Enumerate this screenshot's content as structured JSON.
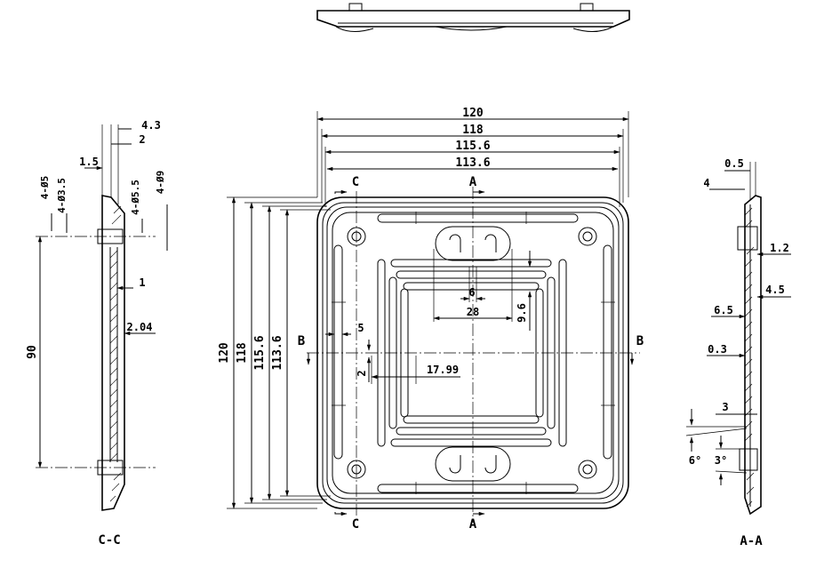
{
  "views": {
    "section_cc": "C-C",
    "section_aa": "A-A"
  },
  "section_markers": {
    "a": "A",
    "b": "B",
    "c": "C"
  },
  "front_view": {
    "horizontal_dims": [
      "120",
      "118",
      "115.6",
      "113.6"
    ],
    "vertical_dims": [
      "120",
      "118",
      "115.6",
      "113.6"
    ],
    "inner_dims": {
      "slot_width": "6",
      "slot_span": "28",
      "slot_depth": "9.6",
      "rib_gap": "5",
      "rib_thickness": "2",
      "rib_length": "17.99"
    }
  },
  "section_cc": {
    "dims": {
      "t_total": "4.3",
      "t_inner": "2",
      "t_side": "1.5",
      "hole_5": "4-Ø5",
      "hole_3_5": "4-Ø3.5",
      "hole_5_5": "4-Ø5.5",
      "hole_9": "4-Ø9",
      "rib": "1",
      "thickness": "2.04",
      "pitch": "90"
    }
  },
  "section_aa": {
    "dims": {
      "d_0_5": "0.5",
      "d_4": "4",
      "d_1_2": "1.2",
      "d_4_5": "4.5",
      "d_6_5": "6.5",
      "d_0_3": "0.3",
      "d_3": "3",
      "angle_6": "6°",
      "angle_3": "3°"
    }
  }
}
